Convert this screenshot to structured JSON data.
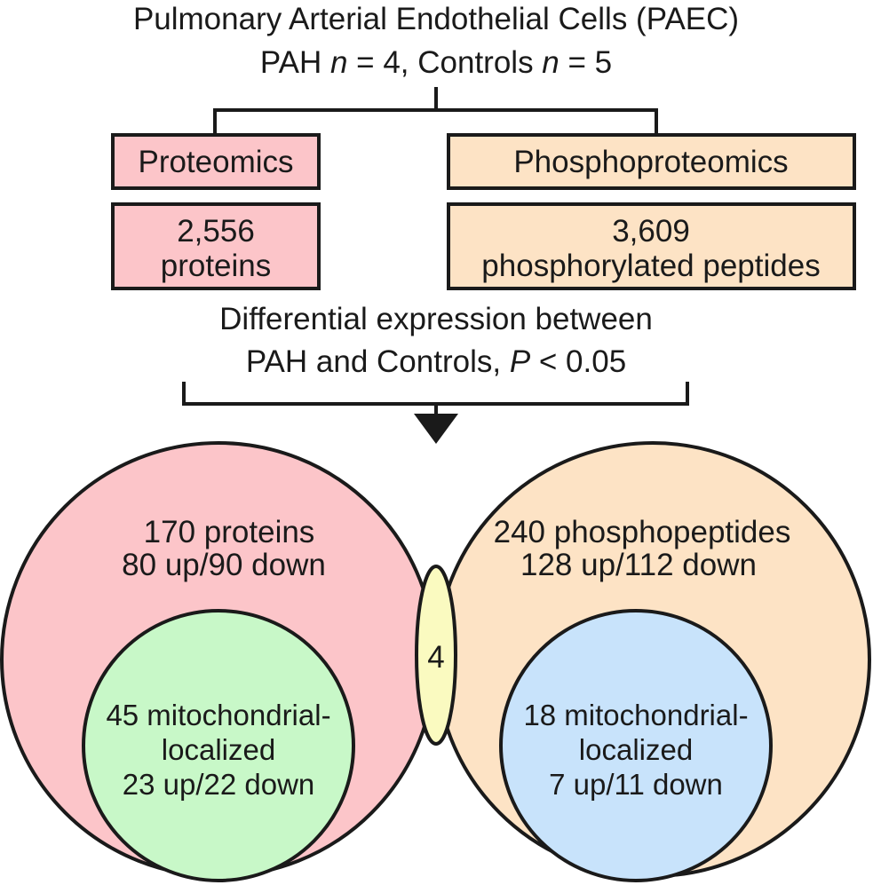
{
  "header": {
    "line1": "Pulmonary Arterial Endothelial Cells (PAEC)",
    "line2_prefix": "PAH ",
    "line2_n1_var": "n",
    "line2_mid": " = 4, Controls ",
    "line2_n2_var": "n",
    "line2_suffix": " = 5"
  },
  "boxes": {
    "proteomics_label": "Proteomics",
    "phosphoproteomics_label": "Phosphoproteomics",
    "proteins_count": "2,556",
    "proteins_unit": "proteins",
    "peptides_count": "3,609",
    "peptides_unit": "phosphorylated peptides"
  },
  "differential": {
    "line1": "Differential expression between",
    "line2_prefix": "PAH and Controls, ",
    "line2_var": "P",
    "line2_suffix": " < 0.05"
  },
  "venn": {
    "left_line1": "170 proteins",
    "left_line2": "80 up/90 down",
    "right_line1": "240 phosphopeptides",
    "right_line2": "128 up/112 down",
    "overlap": "4",
    "left_inner_line1": "45 mitochondrial-",
    "left_inner_line2": "localized",
    "left_inner_line3": "23 up/22 down",
    "right_inner_line1": "18 mitochondrial-",
    "right_inner_line2": "localized",
    "right_inner_line3": "7 up/11 down"
  },
  "colors": {
    "proteomics_fill": "#fcc5c9",
    "phospho_fill": "#fde3c5",
    "green_fill": "#c8f8c8",
    "blue_fill": "#c8e3fb",
    "overlap_fill": "#fafac0",
    "stroke": "#1a1a1a"
  }
}
